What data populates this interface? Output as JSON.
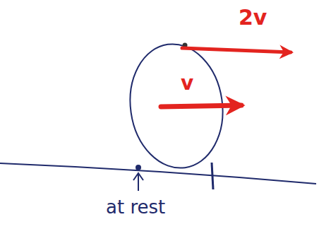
{
  "diagram": {
    "labels": [
      "2v",
      "v",
      "at rest"
    ]
  }
}
